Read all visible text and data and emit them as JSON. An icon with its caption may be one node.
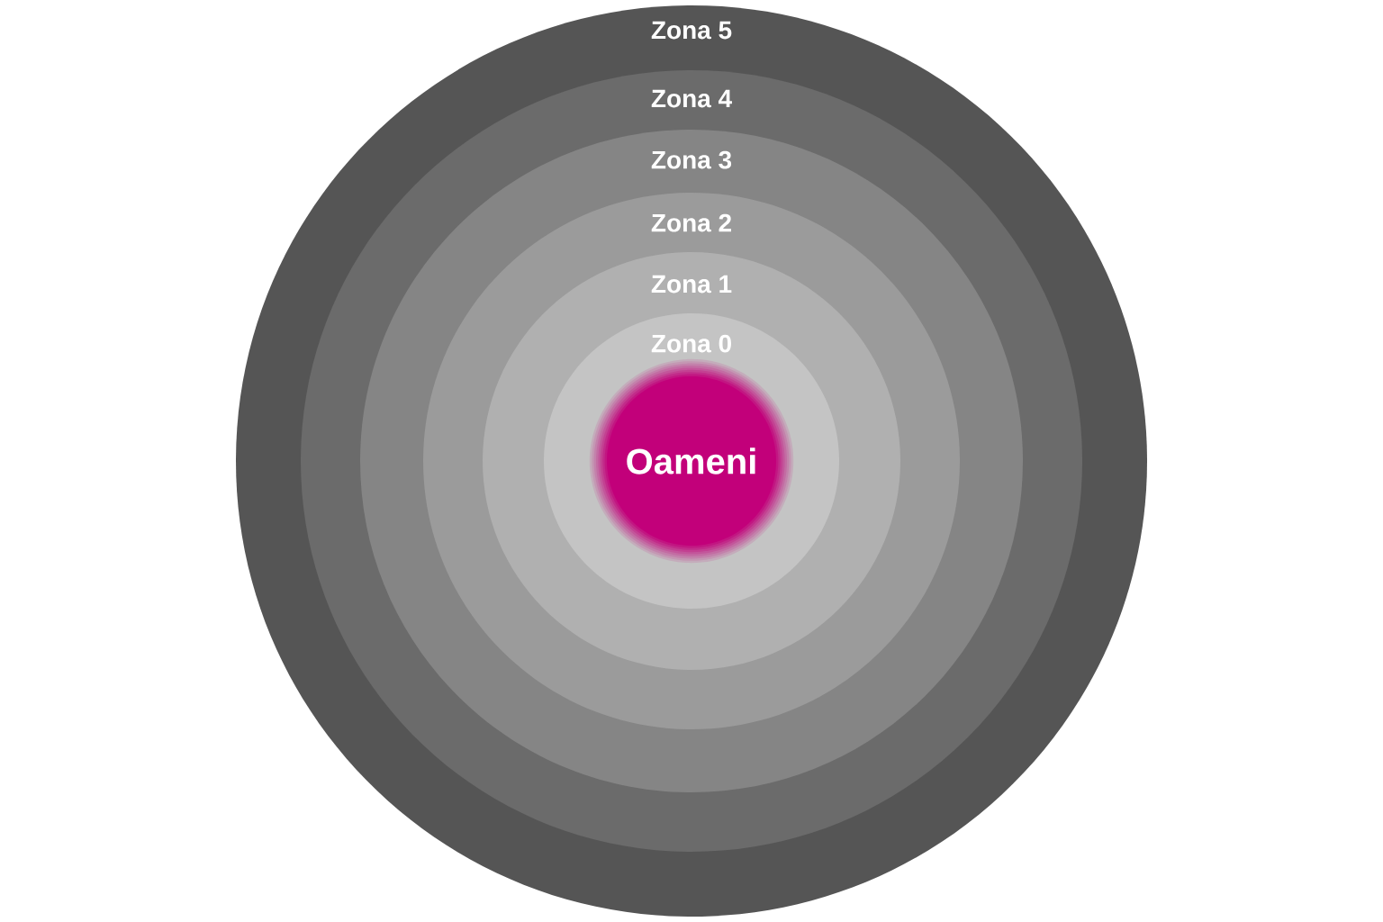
{
  "diagram": {
    "nodes": [
      {
        "text": [
          "Zona 5"
        ]
      },
      {
        "text": [
          "Zona 4"
        ],
        "in": 0
      },
      {
        "text": [
          "Zona 3"
        ],
        "in": 1
      },
      {
        "text": [
          "Zona 2"
        ],
        "in": 2
      },
      {
        "text": [
          "Zona 1"
        ],
        "in": 3
      },
      {
        "text": [
          "Zona 0"
        ],
        "in": 4
      },
      {
        "text": [
          "Oameni"
        ],
        "in": 5
      }
    ]
  }
}
